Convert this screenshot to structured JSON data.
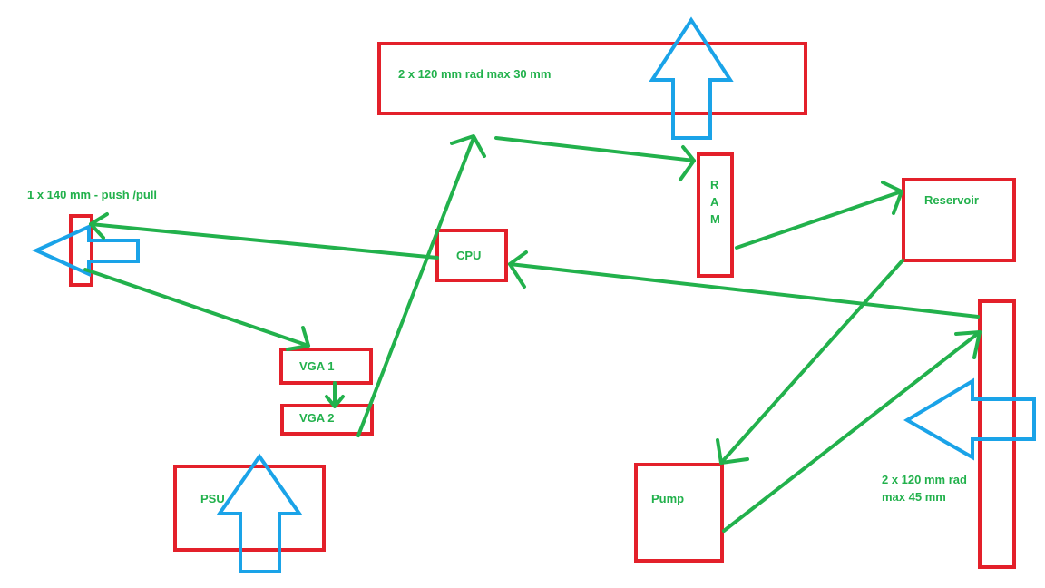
{
  "colors": {
    "component_outline": "#e3202a",
    "coolant_loop": "#22b14c",
    "airflow": "#1aa3e8",
    "label_text": "#22b14c",
    "background": "#ffffff"
  },
  "labels": {
    "top_radiator": "2 x 120 mm rad max 30 mm",
    "rear_radiator": "1 x 140 mm - push /pull",
    "cpu": "CPU",
    "ram_r": "R",
    "ram_a": "A",
    "ram_m": "M",
    "reservoir": "Reservoir",
    "vga1": "VGA 1",
    "vga2": "VGA 2",
    "psu": "PSU",
    "pump": "Pump",
    "front_radiator_line1": "2 x 120 mm rad",
    "front_radiator_line2": "max 45 mm"
  }
}
